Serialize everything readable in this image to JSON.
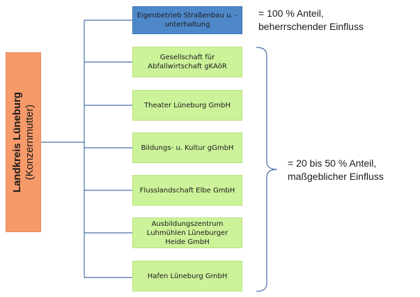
{
  "parent": {
    "title": "Landkreis Lüneburg",
    "subtitle": "(Konzernmutter)"
  },
  "entities": [
    {
      "label": "Eigenbetrieb Straßenbau u. - unterhaltung",
      "kind": "owned"
    },
    {
      "label": "Gesellschaft für Abfallwirtschaft gKAöR",
      "kind": "participation"
    },
    {
      "label": "Theater Lüneburg GmbH",
      "kind": "participation"
    },
    {
      "label": "Bildungs- u. Kultur gGmbH",
      "kind": "participation"
    },
    {
      "label": "Flusslandschaft Elbe GmbH",
      "kind": "participation"
    },
    {
      "label": "Ausbildungszentrum Luhmühlen Lüneburger Heide GmbH",
      "kind": "participation"
    },
    {
      "label": "Hafen Lüneburg GmbH",
      "kind": "participation"
    }
  ],
  "notes": {
    "full_line1": "= 100 % Anteil,",
    "full_line2": "beherrschender Einfluss",
    "partial_line1": "= 20 bis 50 % Anteil,",
    "partial_line2": "maßgeblicher Einfluss"
  },
  "colors": {
    "parent_fill": "#f79a6a",
    "owned_fill": "#4f88c9",
    "participation_fill": "#ccf29a",
    "connector": "#4a6fa5"
  }
}
